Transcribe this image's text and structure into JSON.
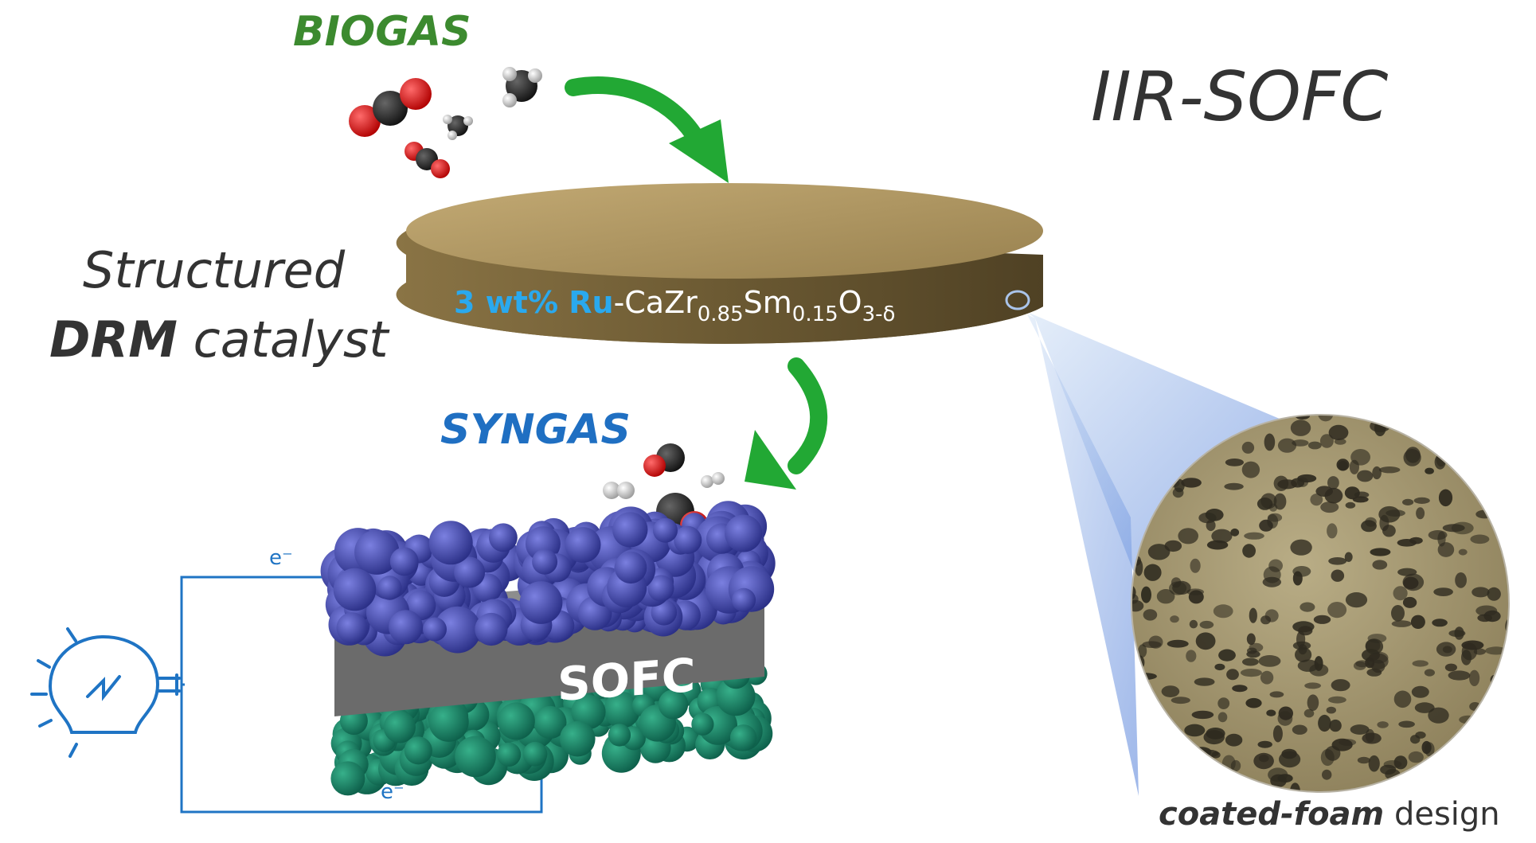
{
  "labels": {
    "biogas": "BIOGAS",
    "syngas": "SYNGAS",
    "iir_sofc": "IIR-SOFC",
    "structured": "Structured",
    "drm_bold": "DRM",
    "drm_rest": " catalyst",
    "sofc": "SOFC",
    "electron_top": "e⁻",
    "electron_bottom": "e⁻",
    "foam_bold": "coated-foam",
    "foam_rest": " design"
  },
  "catalyst_formula": {
    "ru_part": "3 wt% Ru",
    "rest1": "-CaZr",
    "sub1": "0.85",
    "rest2": "Sm",
    "sub2": "0.15",
    "rest3": "O",
    "sub3": "3-δ"
  },
  "colors": {
    "biogas_green": "#3c8a2f",
    "syngas_blue": "#1f6fc2",
    "arrow_green": "#22a834",
    "text_dark": "#333333",
    "disk_gold": "#a28c5c",
    "circuit_blue": "#1f74c4",
    "anode_purple": "#3a3f9e",
    "cathode_green": "#138065",
    "slab_gray": "#6b6b6b",
    "carbon": "#222222",
    "oxygen": "#e02020",
    "hydrogen": "#e8e8e8"
  },
  "icons": [
    "light-bulb-icon",
    "co2-molecule-icon",
    "ch4-molecule-icon",
    "co-molecule-icon",
    "h2-molecule-icon",
    "curved-arrow-icon"
  ]
}
